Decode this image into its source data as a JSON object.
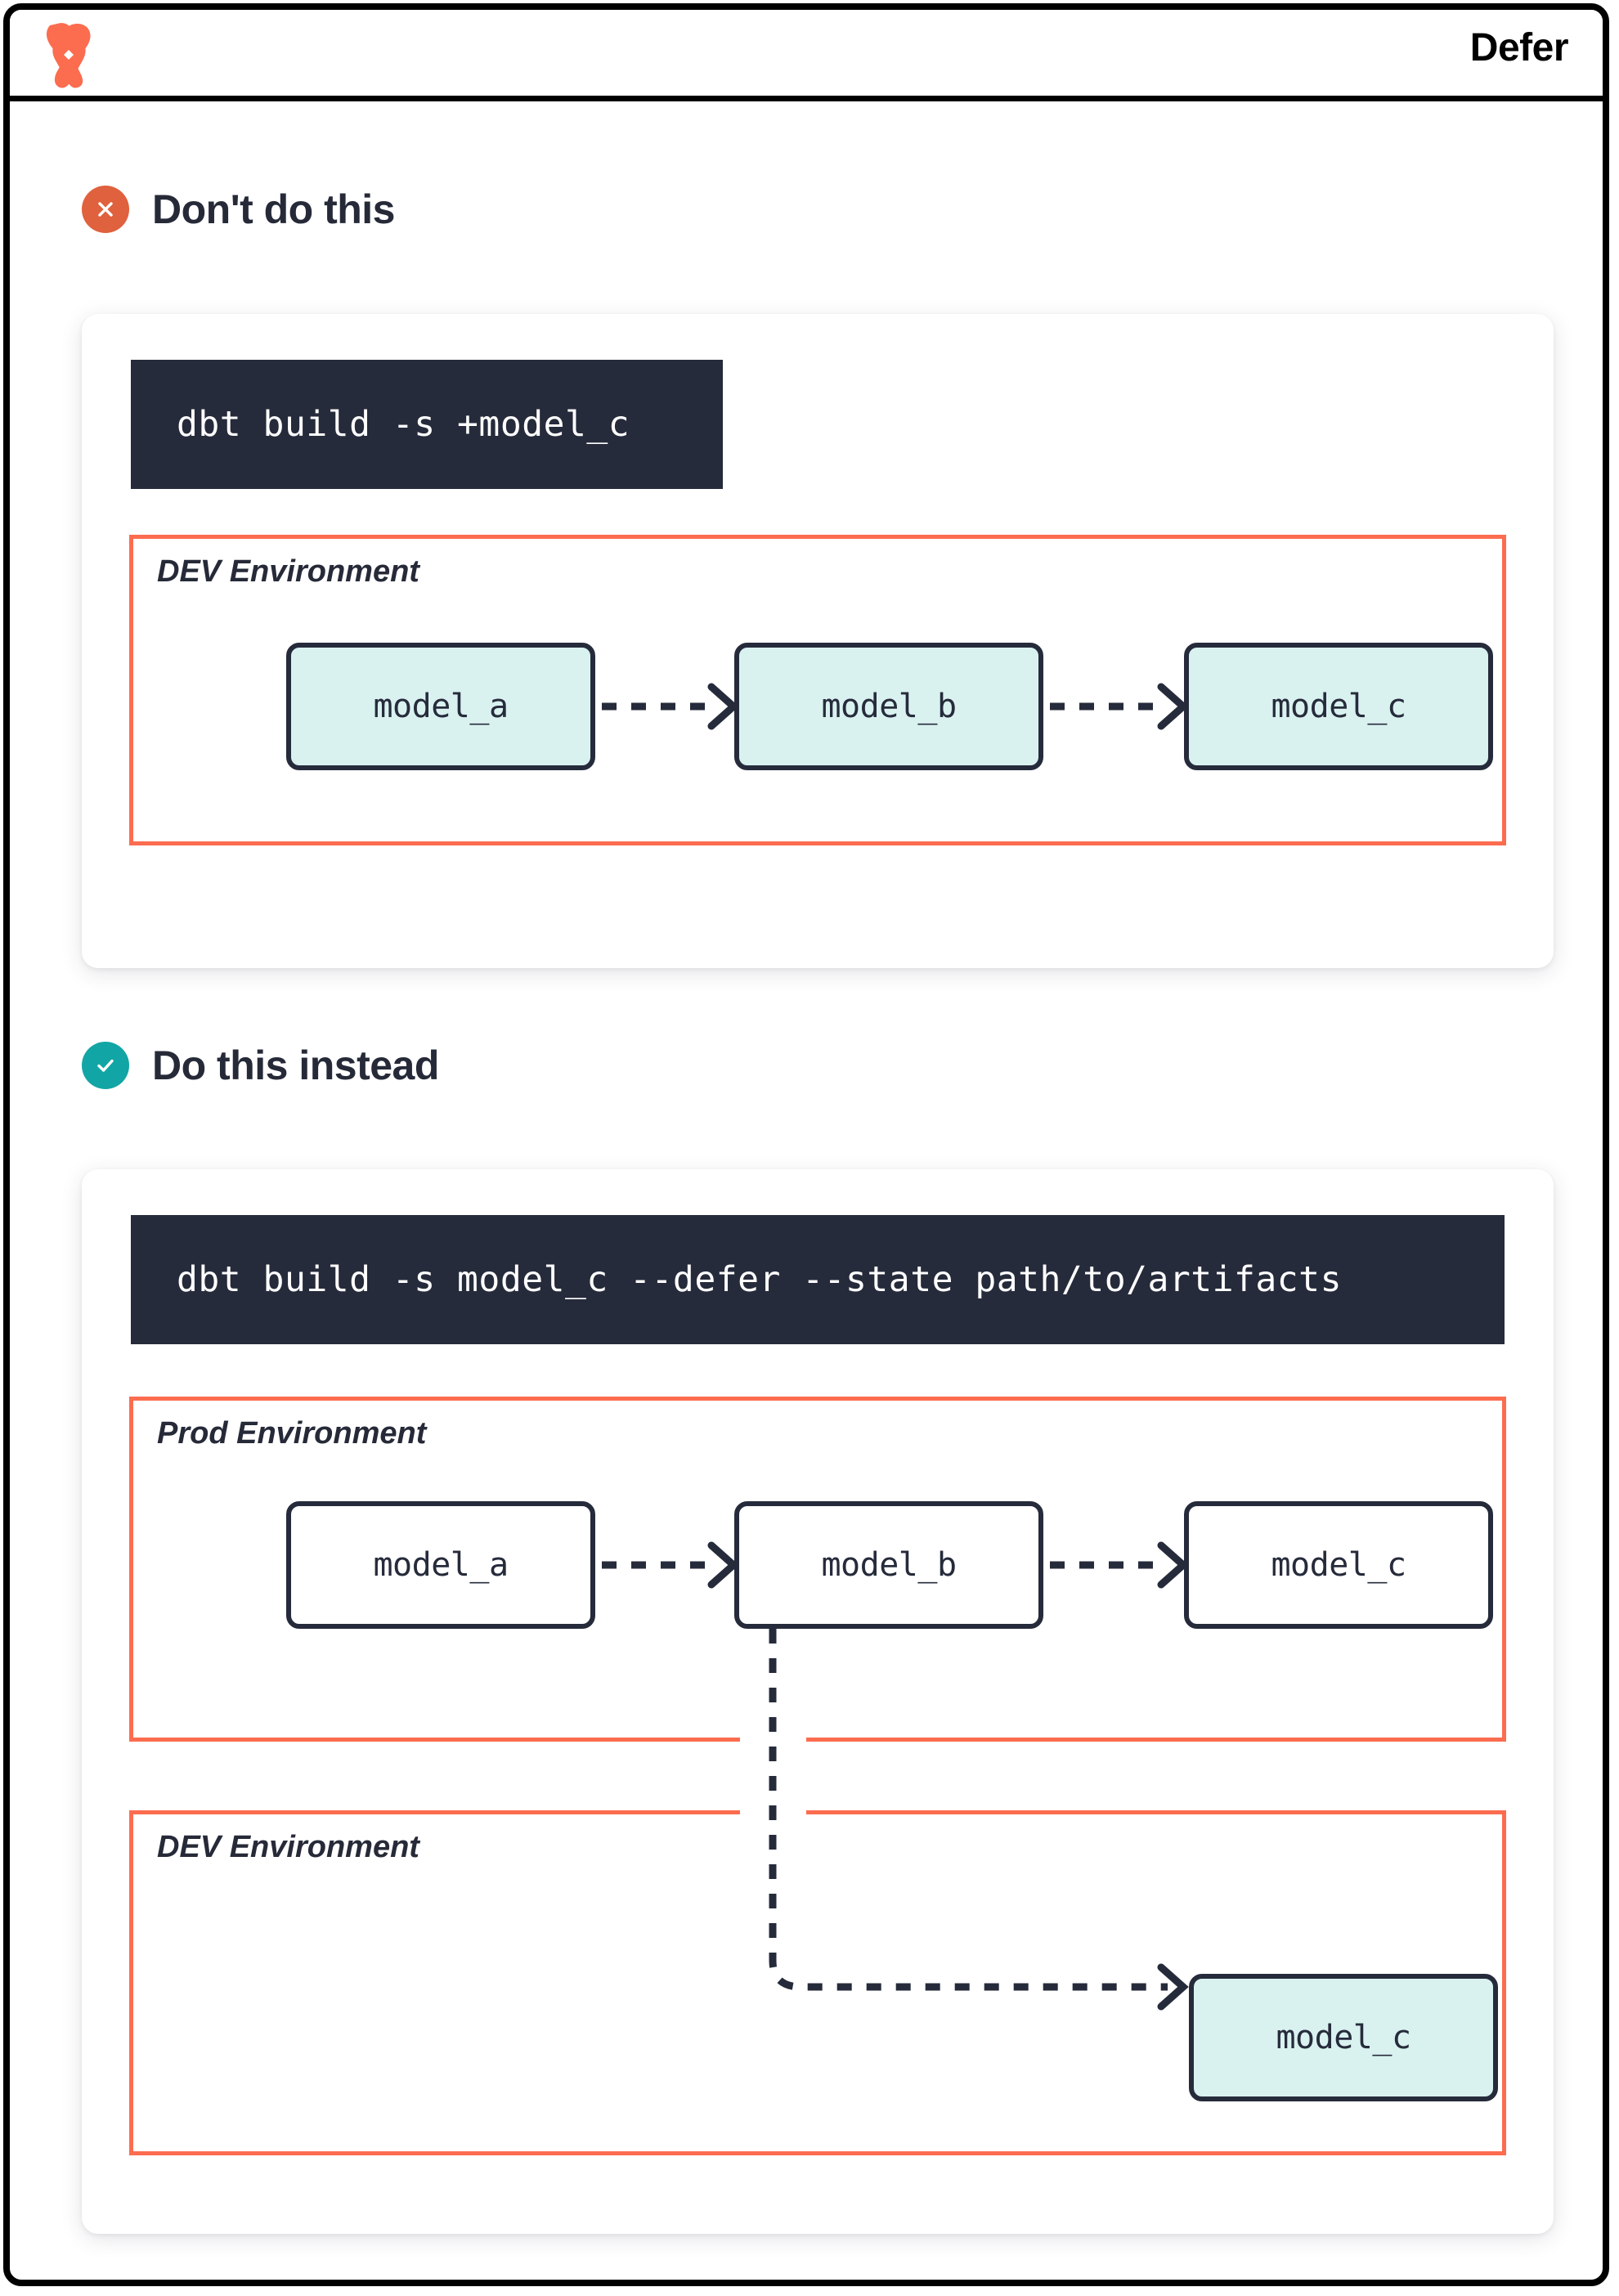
{
  "header": {
    "logo_icon": "dbt-logo-icon",
    "title": "Defer",
    "brand_color": "#fc6c4f"
  },
  "colors": {
    "accent_orange": "#fc6c4f",
    "bad_badge": "#e0613e",
    "good_badge": "#12a5a5",
    "dark": "#262b3b",
    "node_teal": "#d9f2f0",
    "code_bg": "#262b3b"
  },
  "sections": [
    {
      "id": "dont-do-this",
      "badge_icon": "x-circle-icon",
      "badge_kind": "bad",
      "title": "Don't do this",
      "command": "dbt build -s +model_c",
      "environments": [
        {
          "id": "dev",
          "label": "DEV Environment",
          "nodes": [
            {
              "label": "model_a",
              "style": "teal"
            },
            {
              "label": "model_b",
              "style": "teal"
            },
            {
              "label": "model_c",
              "style": "teal"
            }
          ]
        }
      ]
    },
    {
      "id": "do-this-instead",
      "badge_icon": "check-circle-icon",
      "badge_kind": "good",
      "title": "Do this instead",
      "command": "dbt build -s model_c --defer --state path/to/artifacts",
      "environments": [
        {
          "id": "prod",
          "label": "Prod Environment",
          "nodes": [
            {
              "label": "model_a",
              "style": "white"
            },
            {
              "label": "model_b",
              "style": "white"
            },
            {
              "label": "model_c",
              "style": "white"
            }
          ]
        },
        {
          "id": "dev",
          "label": "DEV Environment",
          "nodes": [
            {
              "label": "model_c",
              "style": "teal"
            }
          ]
        }
      ]
    }
  ]
}
